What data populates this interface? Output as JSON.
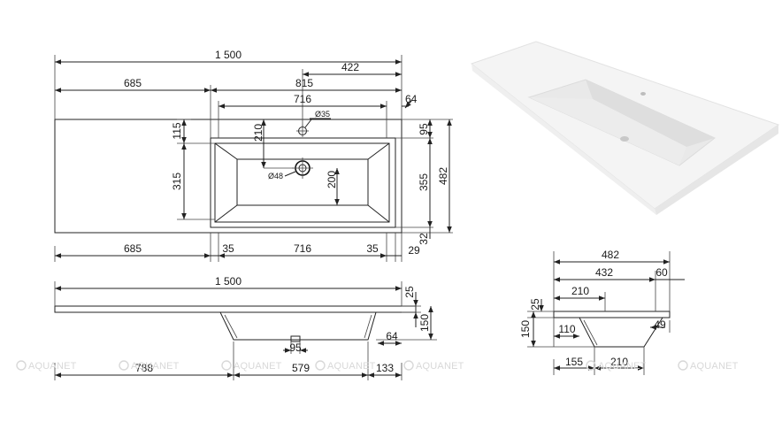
{
  "brand": {
    "watermark": "AQUANET"
  },
  "top_view": {
    "dims": {
      "total_length": "1 500",
      "right_offset": "422",
      "left_section": "685",
      "basin_section": "815",
      "basin_width": "716",
      "edge_right": "64",
      "tap_hole_dia": "Ø35",
      "tap_offset": "210",
      "drain_dia": "Ø48",
      "drain_to_rim": "200",
      "rim_top": "115",
      "basin_depth_left": "315",
      "right_top": "95",
      "right_mid": "355",
      "right_bottom": "32",
      "total_depth": "482",
      "below_left": "685",
      "below_35a": "35",
      "below_716": "716",
      "below_35b": "35",
      "below_29": "29"
    }
  },
  "front_view": {
    "dims": {
      "total_length": "1 500",
      "thickness": "25",
      "height": "150",
      "drain_width": "95",
      "side_64": "64",
      "left_788": "788",
      "mid_579": "579",
      "right_133": "133"
    }
  },
  "side_view": {
    "dims": {
      "depth_482": "482",
      "d_432": "432",
      "d_60": "60",
      "d_210": "210",
      "thickness_25": "25",
      "height_150": "150",
      "d_110": "110",
      "d_49": "49",
      "d_155": "155",
      "d_210b": "210"
    }
  }
}
